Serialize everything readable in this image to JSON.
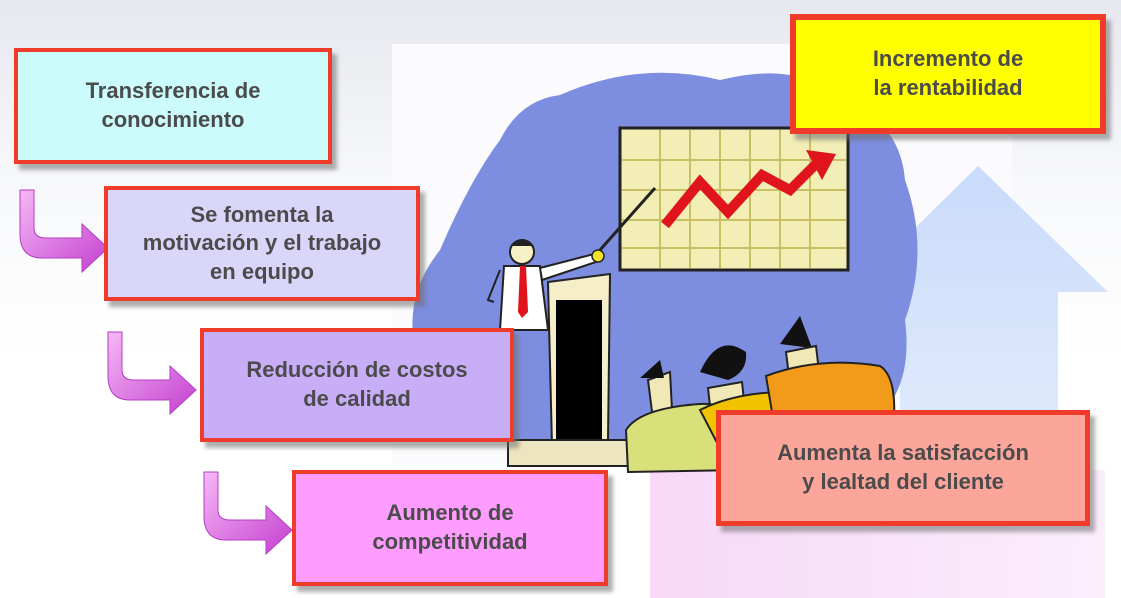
{
  "boxes": {
    "knowledge_transfer": "Transferencia de\nconocimiento",
    "motivation_teamwork": "Se fomenta la\nmotivación y el trabajo\nen equipo",
    "quality_costs": "Reducción de costos\nde calidad",
    "competitiveness": "Aumento de\ncompetitividad",
    "profitability": "Incremento de\nla rentabilidad",
    "customer_satisfaction": "Aumenta la satisfacción\ny lealtad del cliente"
  },
  "colors": {
    "border": "#ef3b2a",
    "box_knowledge": "#ccfbfc",
    "box_motivation": "#d9d6fa",
    "box_quality": "#c8aef7",
    "box_competitiveness": "#ff9cff",
    "box_profitability": "#ffff00",
    "box_satisfaction": "#fca69b",
    "curved_arrow": "#d860e0",
    "big_up_arrow": "#cfe0fb"
  },
  "icons": {
    "curved_arrows": [
      "curved-arrow-icon",
      "curved-arrow-icon",
      "curved-arrow-icon"
    ],
    "big_arrow": "up-arrow-icon",
    "illustration": "presentation-clipart"
  }
}
